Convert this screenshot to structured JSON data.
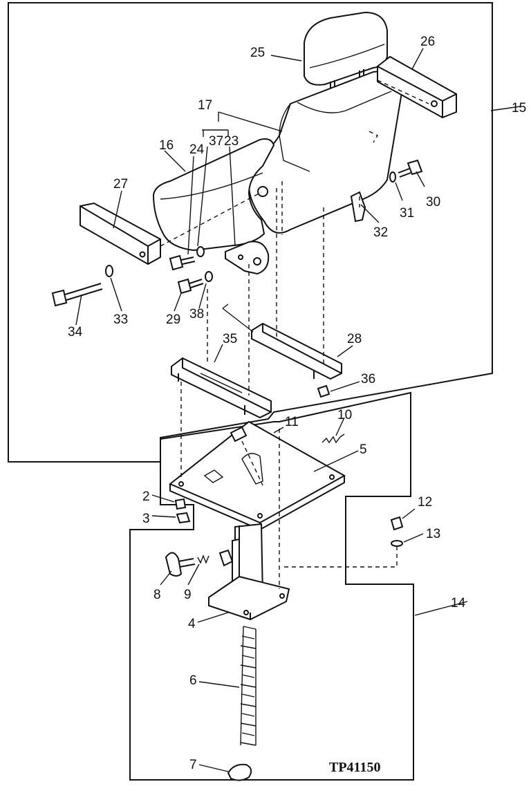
{
  "figure_code": "TP41150",
  "callouts": {
    "c2": "2",
    "c3": "3",
    "c4": "4",
    "c5": "5",
    "c6": "6",
    "c7": "7",
    "c8": "8",
    "c9": "9",
    "c10": "10",
    "c11": "11",
    "c12": "12",
    "c13": "13",
    "c14": "14",
    "c15": "15",
    "c16": "16",
    "c17": "17",
    "c23": "23",
    "c24": "24",
    "c25": "25",
    "c26": "26",
    "c27": "27",
    "c28": "28",
    "c29": "29",
    "c30": "30",
    "c31": "31",
    "c32": "32",
    "c33": "33",
    "c34": "34",
    "c35": "35",
    "c36": "36",
    "c37": "37",
    "c38": "38"
  }
}
